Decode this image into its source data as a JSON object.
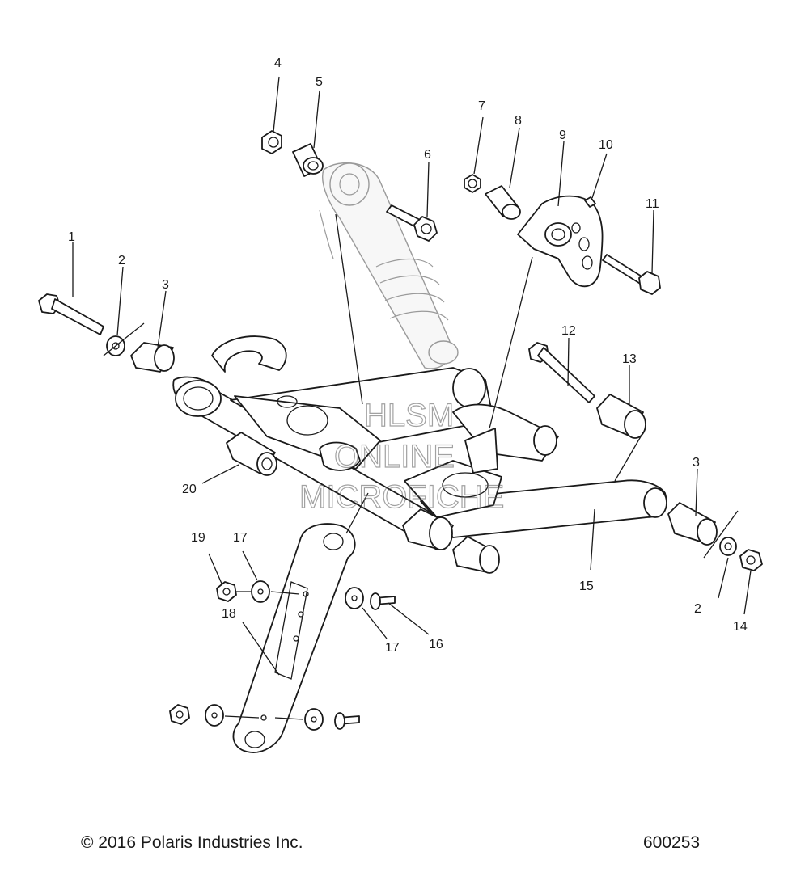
{
  "callouts": [
    "1",
    "2",
    "3",
    "4",
    "5",
    "6",
    "7",
    "8",
    "9",
    "10",
    "11",
    "12",
    "13",
    "3",
    "2",
    "14",
    "15",
    "16",
    "17",
    "18",
    "19",
    "17",
    "20"
  ],
  "watermark": [
    "HLSM",
    "ONLINE",
    "MICROFICHE"
  ],
  "footer": {
    "copyright": "© 2016 Polaris Industries Inc.",
    "figure_id": "600253"
  }
}
